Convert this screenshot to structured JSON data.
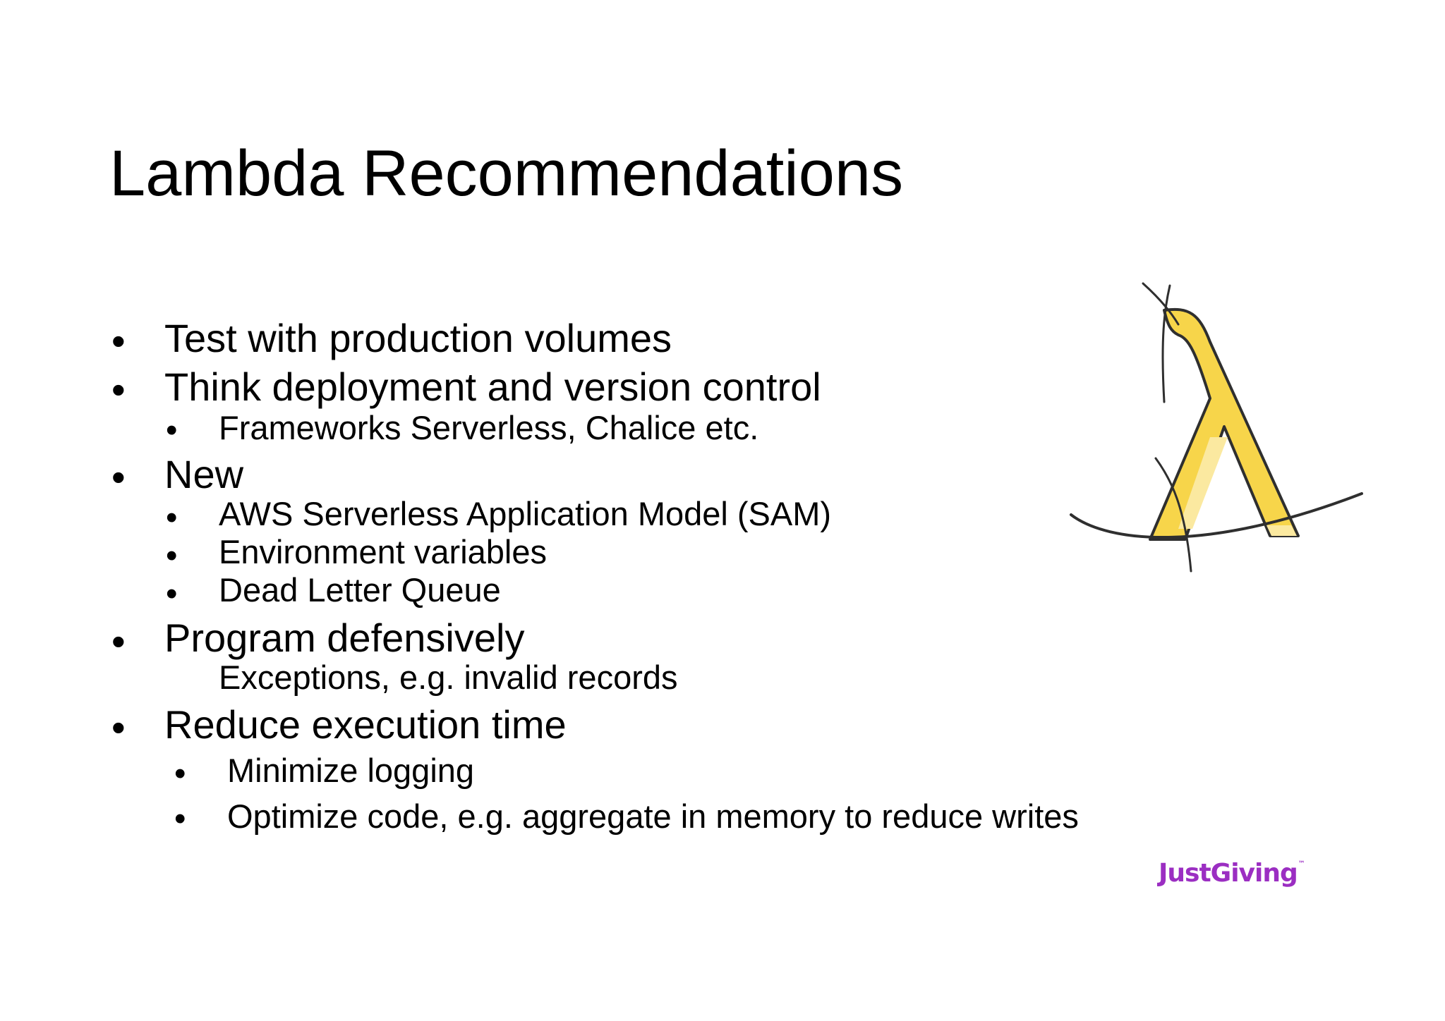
{
  "slide": {
    "title": "Lambda Recommendations"
  },
  "bullets": [
    {
      "level": 1,
      "marker": "•",
      "text": "Test with production volumes"
    },
    {
      "level": 1,
      "marker": "•",
      "text": "Think deployment and version control"
    },
    {
      "level": 2,
      "marker": "•",
      "text": "Frameworks Serverless, Chalice etc."
    },
    {
      "level": 1,
      "marker": "•",
      "text": "New"
    },
    {
      "level": 2,
      "marker": "•",
      "text": "AWS Serverless Application Model (SAM)"
    },
    {
      "level": 2,
      "marker": "•",
      "text": "Environment variables"
    },
    {
      "level": 2,
      "marker": "•",
      "text": "Dead Letter Queue"
    },
    {
      "level": 1,
      "marker": "•",
      "text": "Program defensively"
    },
    {
      "level": 2,
      "marker": "",
      "text": "Exceptions, e.g. invalid records"
    },
    {
      "level": 1,
      "marker": "•",
      "text": "Reduce execution time"
    },
    {
      "level": 2,
      "marker": "•",
      "text": "Minimize logging"
    },
    {
      "level": 2,
      "marker": "•",
      "text": "Optimize code, e.g. aggregate in memory to reduce writes"
    }
  ],
  "brand": {
    "text": "JustGiving",
    "trademark": "™",
    "color": "#9b2ec2"
  },
  "colors": {
    "lambda_fill": "#f7d54a",
    "lambda_highlight": "#fbe9a0",
    "lambda_outline": "#2f2f2f"
  }
}
